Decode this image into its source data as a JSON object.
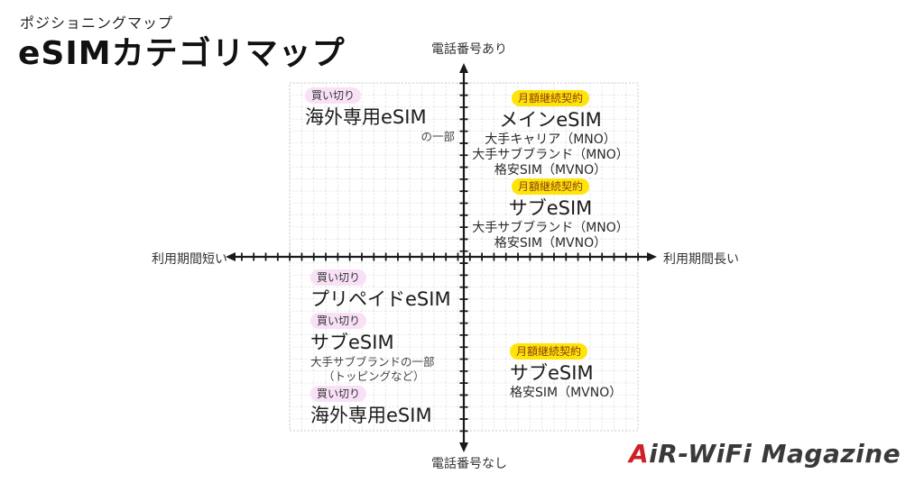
{
  "header": {
    "subtitle": "ポジショニングマップ",
    "title": "eSIMカテゴリマップ"
  },
  "axes": {
    "top": "電話番号あり",
    "bottom": "電話番号なし",
    "left": "利用期間短い",
    "right": "利用期間長い"
  },
  "quadrants": {
    "top_left_overseas": {
      "badge": "買い切り",
      "label": "海外専用eSIM",
      "note": "の一部"
    },
    "top_right_main": {
      "badge": "月額継続契約",
      "label": "メインeSIM",
      "subs": [
        "大手キャリア（MNO）",
        "大手サブブランド（MNO）",
        "格安SIM（MVNO）"
      ]
    },
    "top_right_sub": {
      "badge": "月額継続契約",
      "label": "サブeSIM",
      "subs": [
        "大手サブブランド（MNO）",
        "格安SIM（MVNO）"
      ]
    },
    "bottom_left_prepaid": {
      "badge": "買い切り",
      "label": "プリペイドeSIM"
    },
    "bottom_left_sub": {
      "badge": "買い切り",
      "label": "サブeSIM",
      "subs": [
        "大手サブブランドの一部",
        "（トッピングなど）"
      ]
    },
    "bottom_left_overseas": {
      "badge": "買い切り",
      "label": "海外専用eSIM"
    },
    "bottom_right_sub": {
      "badge": "月額継続契約",
      "label": "サブeSIM",
      "subs": [
        "格安SIM（MVNO）"
      ]
    }
  },
  "logo": {
    "first_letter": "A",
    "rest": "iR-WiFi Magazine"
  },
  "colors": {
    "badge_pink": "#f8e1f6",
    "badge_yellow": "#ffe40a",
    "logo_red": "#cc2127",
    "logo_dark": "#3a3a3a",
    "grid_gray": "#cdcdcd",
    "axis_black": "#1a1a1a"
  }
}
